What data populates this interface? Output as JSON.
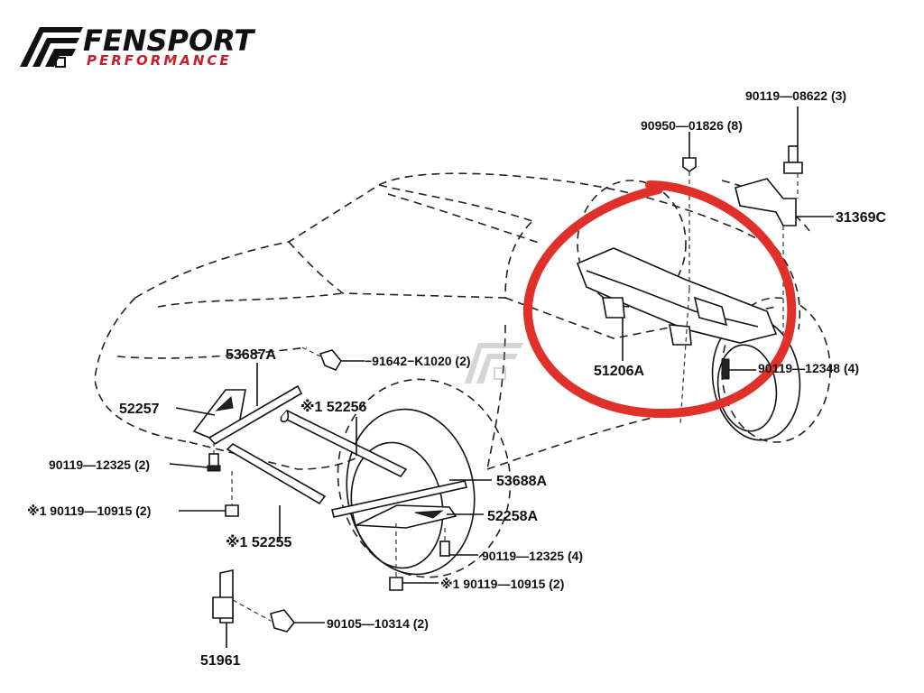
{
  "brand": {
    "name": "FENSPORT",
    "tagline": "PERFORMANCE",
    "colors": {
      "primary": "#111111",
      "accent": "#c8202a"
    }
  },
  "highlight": {
    "color": "#e0302a",
    "target_part": "51206A"
  },
  "parts": {
    "p1": "90119—08622 (3)",
    "p2": "90950—01826 (8)",
    "p3": "31369C",
    "p4": "51206A",
    "p5": "90119—12348 (4)",
    "p6": "53687A",
    "p7": "−91642−K1020 (2)",
    "p8": "52257",
    "p9": "※1 52256",
    "p10": "90119—12325 (2)",
    "p11": "53688A",
    "p12": "※1 90119—10915 (2)",
    "p13": "52258A",
    "p14": "※1 52255",
    "p15": "90119—12325 (4)",
    "p16": "※1 90119—10915 (2)",
    "p17": "90105—10314 (2)",
    "p18": "51961"
  }
}
